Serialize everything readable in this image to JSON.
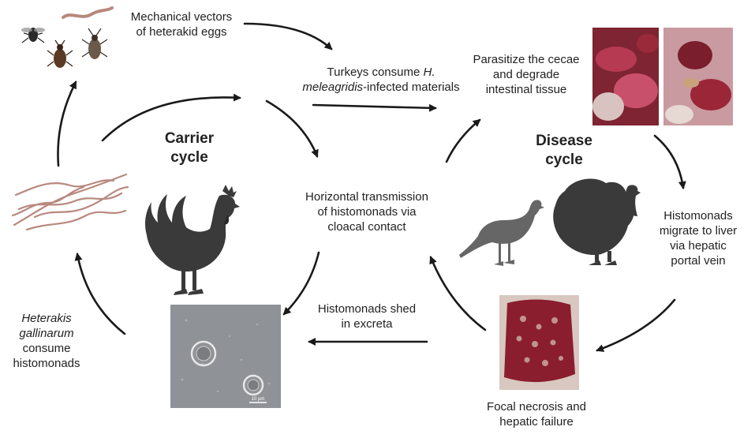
{
  "labels": {
    "vectors": [
      "Mechanical vectors",
      "of heterakid eggs"
    ],
    "turkeys_consume": {
      "pre": "Turkeys consume ",
      "italic_line1": "H.",
      "italic_line2": "meleagridis",
      "post": "-infected materials"
    },
    "parasitize": [
      "Parasitize the cecae",
      "and degrade",
      "intestinal tissue"
    ],
    "horizontal": [
      "Horizontal transmission",
      "of histomonads via",
      "cloacal contact"
    ],
    "migrate": [
      "Histomonads",
      "migrate to liver",
      "via hepatic",
      "portal vein"
    ],
    "shed": [
      "Histomonads shed",
      "in excreta"
    ],
    "necrosis": [
      "Focal necrosis and",
      "hepatic failure"
    ],
    "heterakis": {
      "italic": [
        "Heterakis",
        "gallinarum"
      ],
      "plain": [
        "consume",
        "histomonads"
      ]
    }
  },
  "titles": {
    "carrier": [
      "Carrier",
      "cycle"
    ],
    "disease": [
      "Disease",
      "cycle"
    ]
  },
  "micrograph_scale": "10 µm",
  "colors": {
    "arrow": "#1a1a1a",
    "silhouette": "#3a3a3a",
    "worm": "#b8897e",
    "tissue": "#a52a3a"
  }
}
